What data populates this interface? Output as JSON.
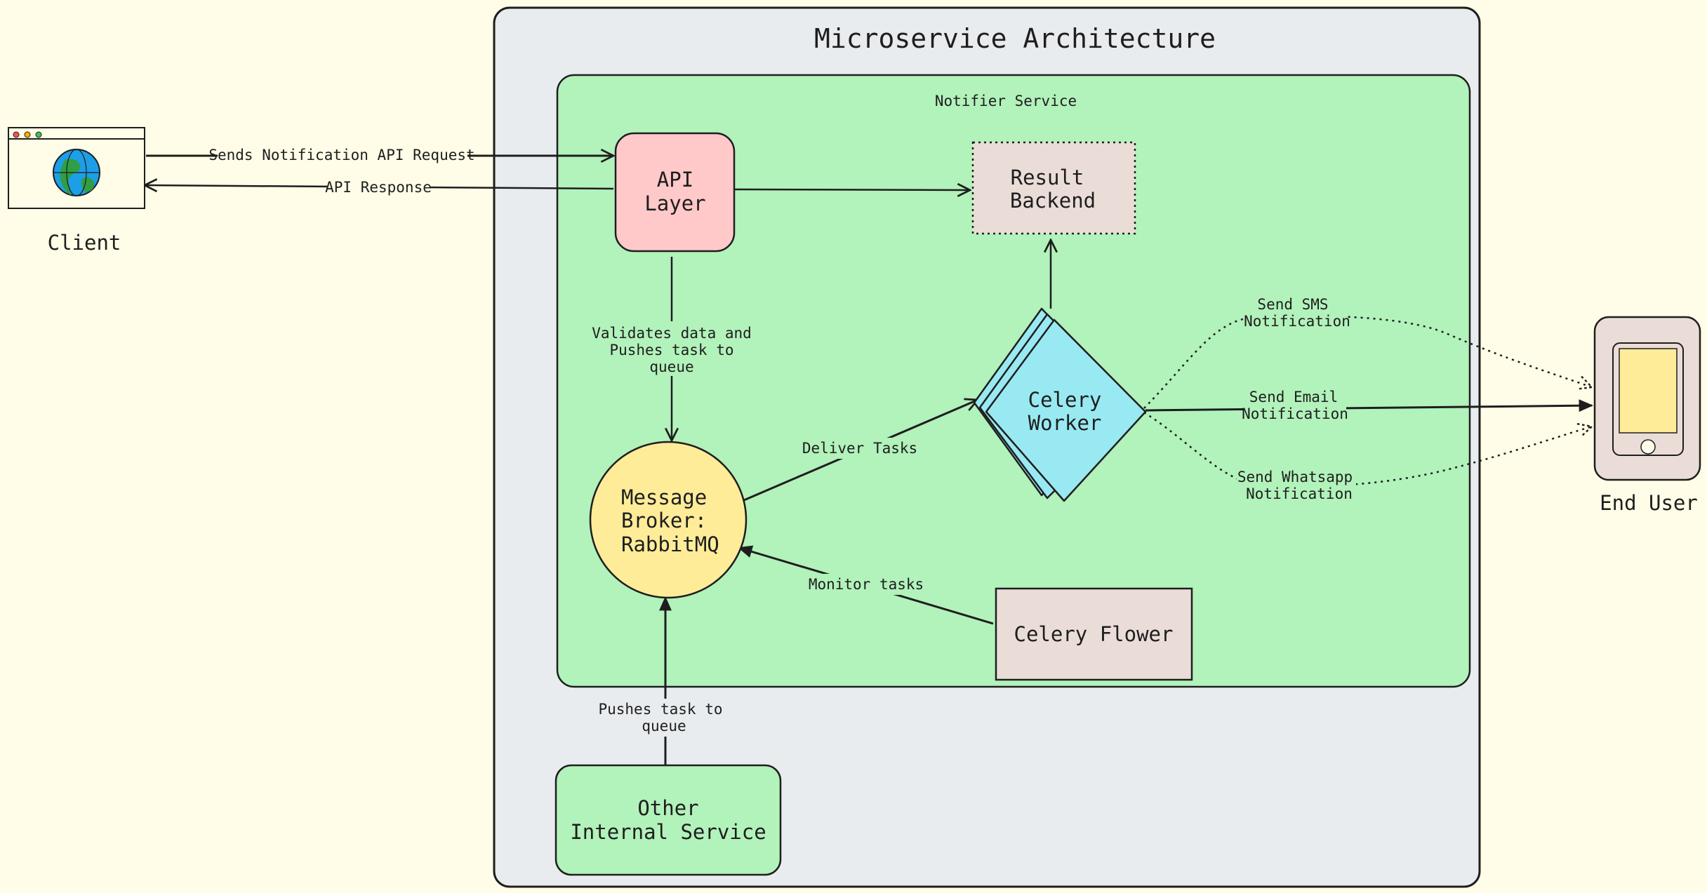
{
  "diagram": {
    "title": "Microservice Architecture",
    "service_label": "Notifier Service",
    "colors": {
      "page_bg": "#fffde7",
      "outer_box": "#e9ecef",
      "service_box": "#b2f2bb",
      "api_layer": "#ffc9c9",
      "result_backend": "#eaddd7",
      "message_broker": "#ffec99",
      "celery_worker": "#99e9f2",
      "celery_flower": "#eaddd7",
      "other_service": "#b2f2bb",
      "end_user_device": "#eaddd7",
      "screen": "#ffec99",
      "stroke": "#1e1e1e"
    },
    "nodes": {
      "client": {
        "label": "Client",
        "icon": "globe-icon"
      },
      "api_layer": {
        "line1": "API",
        "line2": "Layer"
      },
      "result_backend": {
        "line1": "Result",
        "line2": "Backend"
      },
      "message_broker": {
        "line1": "Message",
        "line2": "Broker:",
        "line3": "RabbitMQ"
      },
      "celery_worker": {
        "line1": "Celery",
        "line2": "Worker"
      },
      "celery_flower": {
        "label": "Celery Flower"
      },
      "other_service": {
        "line1": "Other",
        "line2": "Internal Service"
      },
      "end_user": {
        "label": "End User",
        "icon": "phone-icon"
      }
    },
    "edges": {
      "request": "Sends Notification API Request",
      "response": "API Response",
      "validates": {
        "line1": "Validates data and",
        "line2": "Pushes task to",
        "line3": "queue"
      },
      "deliver": "Deliver Tasks",
      "monitor": "Monitor tasks",
      "pushes": {
        "line1": "Pushes task to",
        "line2": "queue"
      },
      "sms": {
        "line1": "Send SMS",
        "line2": "Notification"
      },
      "email": {
        "line1": "Send Email",
        "line2": "Notification"
      },
      "whatsapp": {
        "line1": "Send Whatsapp",
        "line2": "Notification"
      }
    }
  }
}
